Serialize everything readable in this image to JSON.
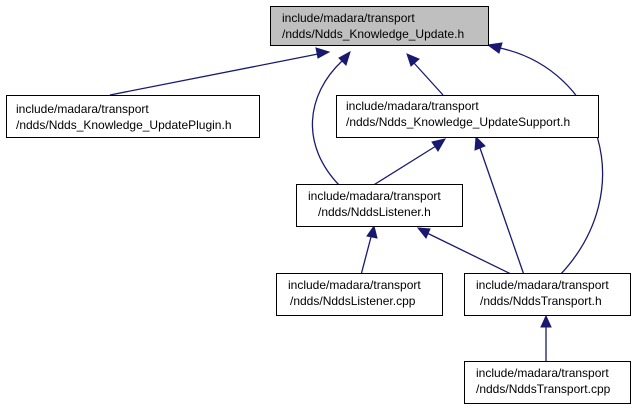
{
  "colors": {
    "root_fill": "#bfbfbf",
    "node_fill": "#ffffff",
    "edge": "#191970"
  },
  "nodes": {
    "update_h": {
      "line1": "include/madara/transport",
      "line2": "/ndds/Ndds_Knowledge_Update.h"
    },
    "update_plugin_h": {
      "line1": "include/madara/transport",
      "line2": "/ndds/Ndds_Knowledge_UpdatePlugin.h"
    },
    "update_support_h": {
      "line1": "include/madara/transport",
      "line2": "/ndds/Ndds_Knowledge_UpdateSupport.h"
    },
    "ndds_listener_h": {
      "line1": "include/madara/transport",
      "line2": "/ndds/NddsListener.h"
    },
    "ndds_listener_cpp": {
      "line1": "include/madara/transport",
      "line2": "/ndds/NddsListener.cpp"
    },
    "ndds_transport_h": {
      "line1": "include/madara/transport",
      "line2": "/ndds/NddsTransport.h"
    },
    "ndds_transport_cpp": {
      "line1": "include/madara/transport",
      "line2": "/ndds/NddsTransport.cpp"
    }
  }
}
